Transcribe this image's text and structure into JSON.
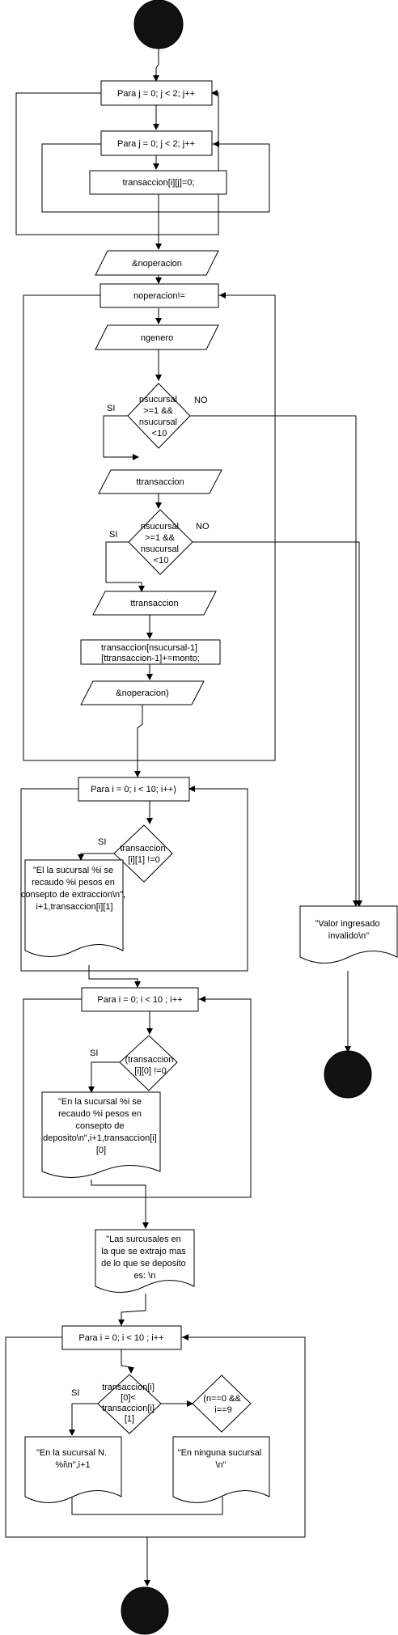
{
  "nodes": {
    "loop_j_outer": "Para  j = 0; j < 2; j++",
    "loop_j_inner": "Para  j = 0; j < 2; j++",
    "set_zero": "transaccion[i][j]=0;",
    "in_noperacion_1": "&noperacion",
    "while_noperacion": "noperacion!=",
    "in_ngenero": "ngenero",
    "cond_nsucursal_1": [
      "nsucursal",
      ">=1 &&",
      "nsucursal",
      "<10"
    ],
    "in_ttransaccion_1": "ttransaccion",
    "cond_nsucursal_2": [
      "nsucursal",
      ">=1 &&",
      "nsucursal",
      "<10"
    ],
    "in_ttransaccion_2": "ttransaccion",
    "accumulate": [
      "transaccion[nsucursal-1]",
      "[ttransaccion-1]+=monto;"
    ],
    "in_noperacion_2": "&noperacion)",
    "loop_i_1": "Para  i = 0; i < 10; i++)",
    "cond_extract": [
      "transaccion",
      "[i][1] !=0"
    ],
    "out_extract": [
      "\"El la sucursal %i se",
      "recaudo %i pesos en",
      "consepto de extraccion\\n\",",
      "i+1,transaccion[i][1]"
    ],
    "out_invalid": [
      "\"Valor ingresado",
      "invalido\\n\""
    ],
    "loop_i_2": "Para  i = 0; i < 10 ; i++",
    "cond_deposit": [
      "(transaccion",
      "[i][0] !=0"
    ],
    "out_deposit": [
      "\"En la sucursal %i se",
      "recaudo %i pesos en",
      "consepto de",
      "deposito\\n\",i+1,transaccion[i]",
      "[0]"
    ],
    "out_header": [
      "\"Las surcusales en",
      "la que se extrajo mas",
      "de lo que se deposito",
      "es: \\n"
    ],
    "loop_i_3": "Para  i = 0; i < 10 ; i++",
    "cond_compare": [
      "transaccion[i]",
      "[0]<",
      "transaccion[i]",
      "[1]"
    ],
    "cond_none": [
      "(n==0 &&",
      "i==9"
    ],
    "out_branch": [
      "\"En la sucursal N.",
      "%i\\n\",i+1"
    ],
    "out_none": [
      "\"En ninguna sucursal",
      "\\n\""
    ]
  },
  "edge_labels": {
    "si": "SI",
    "no": "NO"
  }
}
